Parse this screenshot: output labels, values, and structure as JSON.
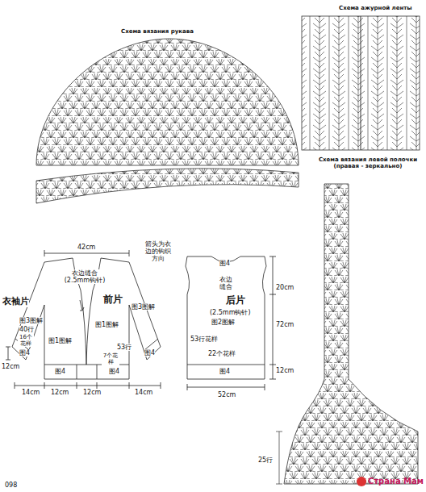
{
  "diagram": {
    "labels": [
      "Схема вязания рукава",
      "Схема ажурной ленты",
      "Схема вязания левой полочки (правая - зеркально)",
      "42cm",
      "箭头为衣边的钩织方向",
      "衣袖片",
      "衣边缝合 (2.5mm钩针)",
      "前片",
      "图3图解",
      "图3图解",
      "40行",
      "16个花样",
      "图1图解",
      "图1图解",
      "53行",
      "7个花样",
      "图4",
      "图4",
      "图4",
      "图4",
      "12cm",
      "14cm",
      "12cm",
      "12cm",
      "14cm",
      "图4",
      "衣边缝合",
      "后片",
      "(2.5mm钩针)",
      "图2图解",
      "20cm",
      "72cm",
      "53行花样",
      "22个花样",
      "图4",
      "12cm",
      "52cm",
      "25行",
      "098",
      "Страна Мам"
    ]
  }
}
